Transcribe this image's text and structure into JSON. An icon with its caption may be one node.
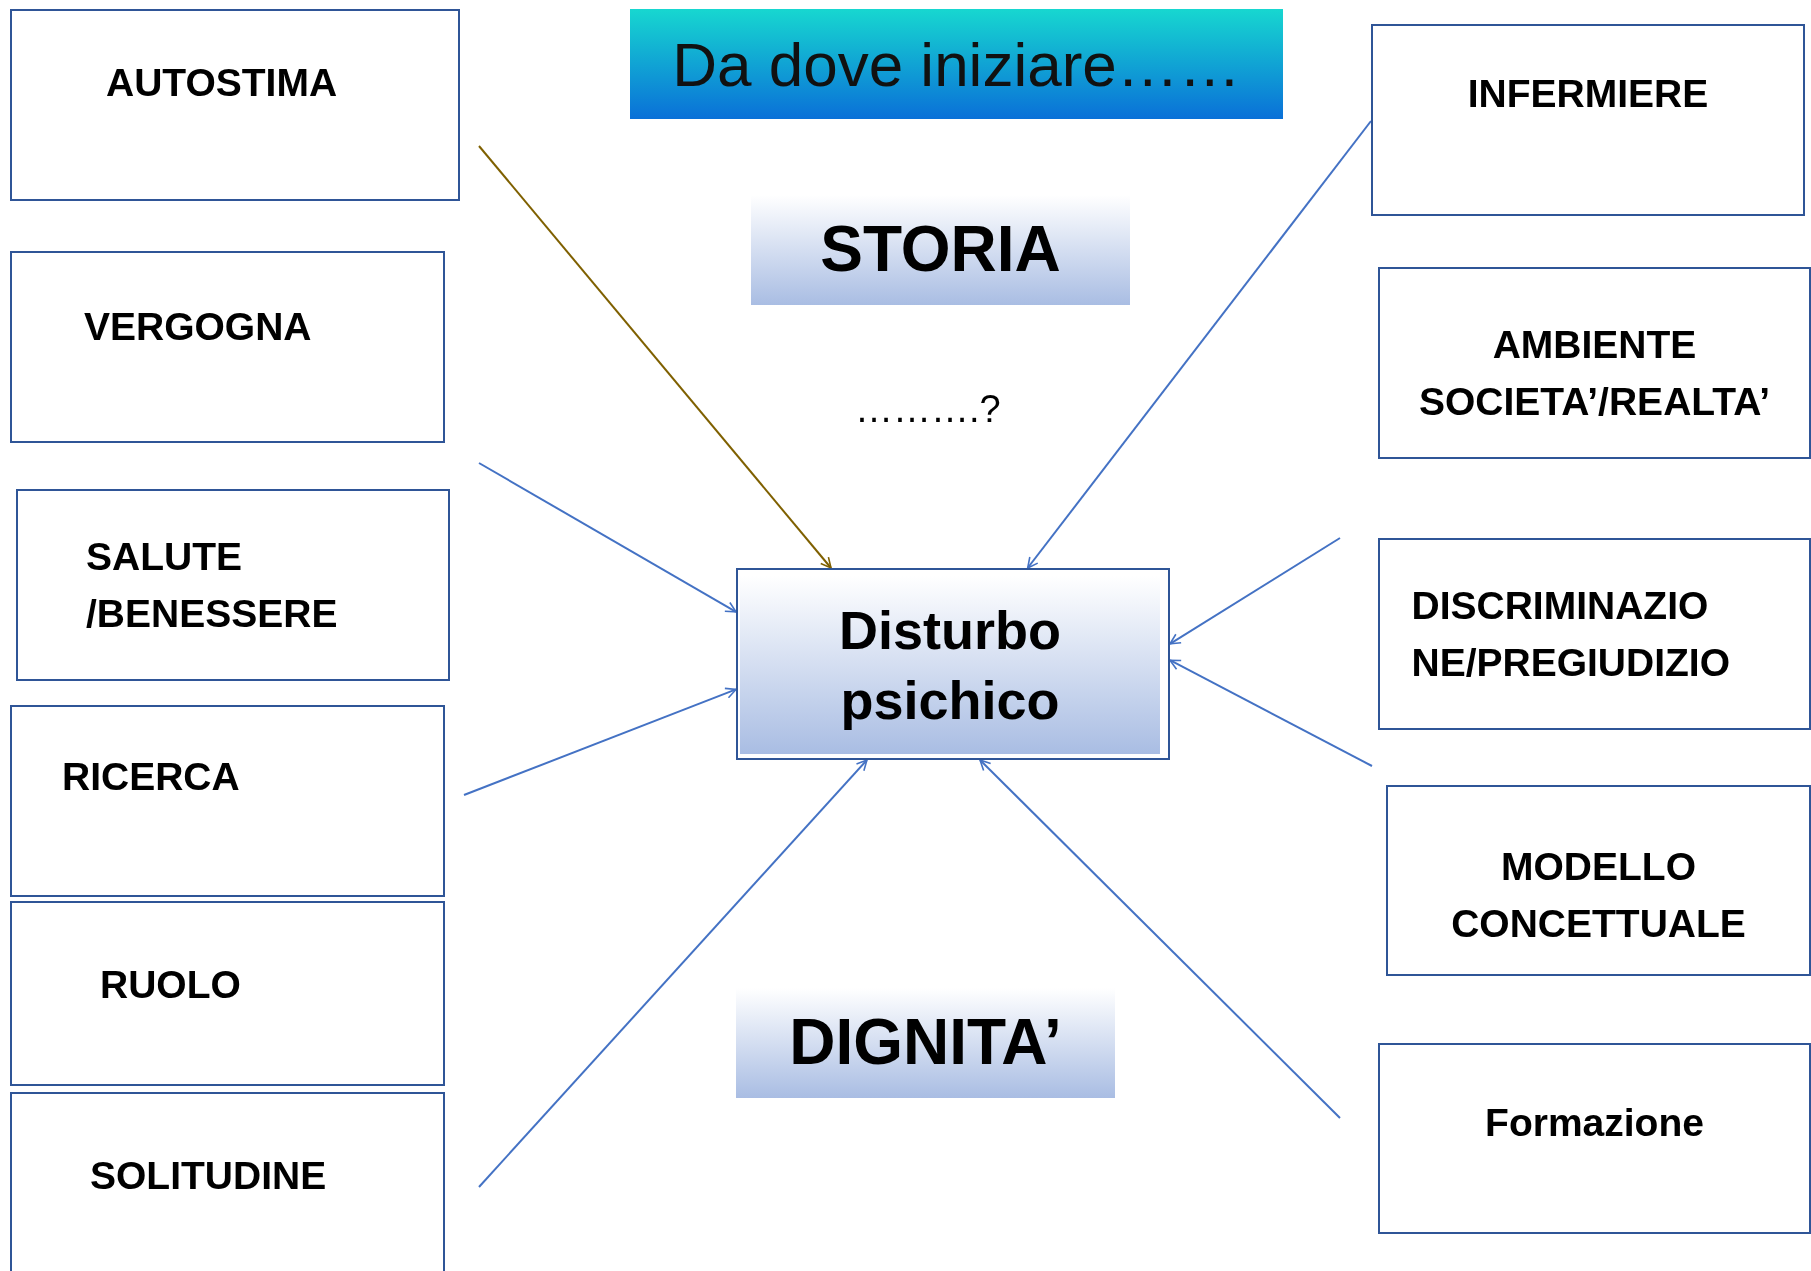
{
  "diagram": {
    "title": "Da dove iniziare……",
    "nodes": [
      {
        "text": [
          "AUTOSTIMA"
        ]
      },
      {
        "text": [
          "VERGOGNA"
        ]
      },
      {
        "text": [
          "SALUTE /BENESSERE"
        ]
      },
      {
        "text": [
          "RICERCA"
        ]
      },
      {
        "text": [
          "RUOLO"
        ]
      },
      {
        "text": [
          "SOLITUDINE"
        ]
      },
      {
        "text": [
          "STORIA"
        ]
      },
      {
        "text": [
          "Disturbo psichico"
        ]
      },
      {
        "text": [
          "DIGNITA’"
        ]
      },
      {
        "text": [
          "INFERMIERE"
        ]
      },
      {
        "text": [
          "AMBIENTE SOCIETA’/REALTA’"
        ]
      },
      {
        "text": [
          "DISCRIMINAZIO NE/PREGIUDIZIO"
        ]
      },
      {
        "text": [
          "MODELLO CONCETTUALE"
        ]
      },
      {
        "text": [
          "Formazione"
        ]
      }
    ],
    "edges": [
      {
        "from": 0,
        "to": 7,
        "arrow": "to",
        "color": "#7f6000"
      },
      {
        "from": null,
        "to": 7,
        "arrow": "to"
      },
      {
        "from": 3,
        "to": 7,
        "arrow": "to"
      },
      {
        "from": null,
        "to": 7,
        "arrow": "to"
      },
      {
        "from": 9,
        "to": 7,
        "arrow": "to"
      },
      {
        "from": null,
        "to": 7,
        "arrow": "to"
      },
      {
        "from": null,
        "to": 7,
        "arrow": "to"
      },
      {
        "from": null,
        "to": 7,
        "arrow": "to"
      }
    ],
    "labels": [
      "……….?"
    ]
  }
}
